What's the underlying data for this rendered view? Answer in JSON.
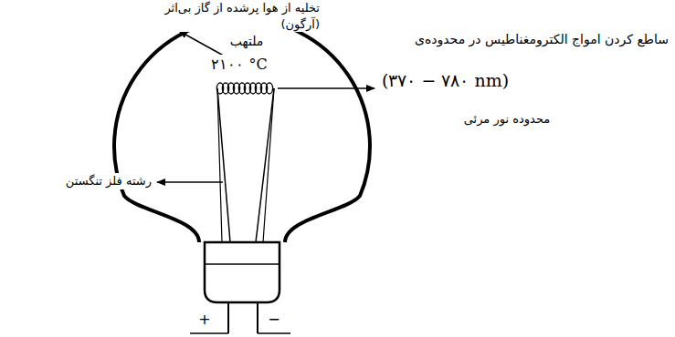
{
  "diagram": {
    "labels": [
      "تخلیه از هوا پرشده از گاز بی‌اثر (آرگون)",
      "ملتهب",
      "۲۱۰۰ °C",
      "ساطع کردن امواج الکترومغناطیس در محدوده‌ی",
      "(۳۷۰ − ۷۸۰ nm)",
      "محدوده نور مرئی",
      "رشته فلز تنگستن",
      "+",
      "−"
    ]
  }
}
